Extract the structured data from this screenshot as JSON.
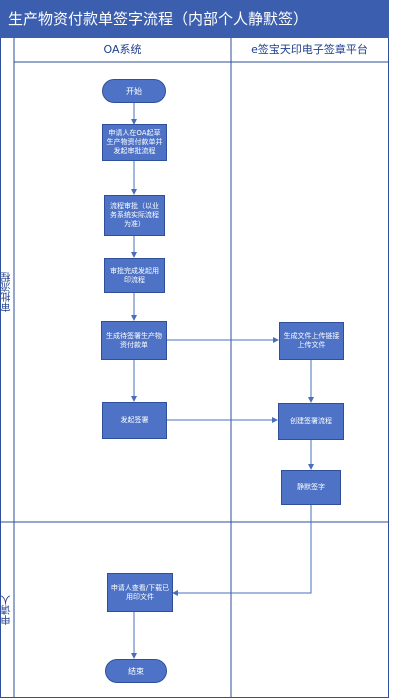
{
  "title": "生产物资付款单签字流程（内部个人静默签）",
  "lanes": {
    "oa": "OA系统",
    "esign": "e签宝天印电子签章平台"
  },
  "rows": {
    "approval": "审批流程",
    "applicant": "申请人"
  },
  "nodes": {
    "start": "开始",
    "apply": "申请人在OA起草生产物资付款单并发起审批流程",
    "review": "流程审批（以业务系统实际流程为准）",
    "approved": "审批完成发起用印流程",
    "generate": "生成待签署生产物资付款单",
    "upload": "生成文件上传链接上传文件",
    "initiate": "发起签署",
    "create": "创建签署流程",
    "silent": "静默签字",
    "view": "申请人查看/下载已用印文件",
    "end": "结束"
  },
  "colors": {
    "title_bar": "#3b5eae",
    "node_fill": "#4e73c6",
    "lane_line": "#2f4f9a",
    "connector": "#4a6fb8"
  }
}
